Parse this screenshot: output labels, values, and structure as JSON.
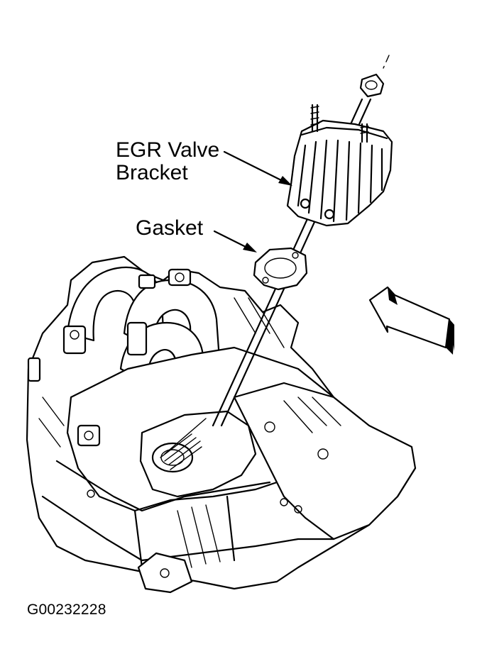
{
  "diagram": {
    "labels": {
      "egr_line1": "EGR Valve",
      "egr_line2": "Bracket",
      "gasket": "Gasket"
    },
    "figure_id": "G00232228"
  },
  "colors": {
    "ink": "#000000",
    "paper": "#ffffff"
  },
  "icons": [
    "direction-arrow-icon"
  ]
}
